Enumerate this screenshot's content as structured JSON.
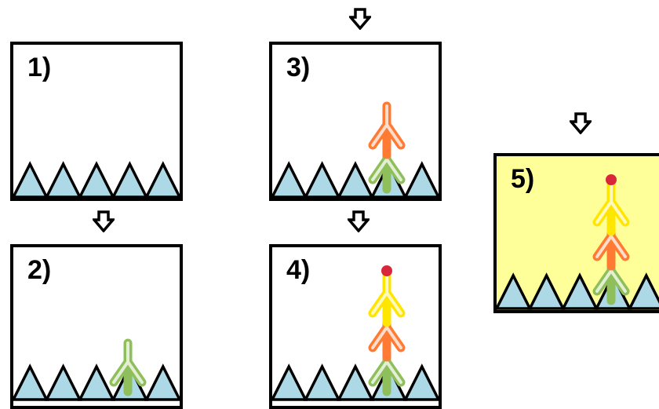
{
  "colors": {
    "surface": "#add8e6",
    "panel_default_bg": "#ffffff",
    "panel_final_bg": "#ffff99",
    "green_antibody": "#8fbf5a",
    "orange_antibody": "#ff7a33",
    "yellow_antibody": "#ffe600",
    "red_tag": "#d9263b"
  },
  "panels": [
    {
      "id": "p1",
      "label": "1)",
      "layers": []
    },
    {
      "id": "p2",
      "label": "2)",
      "layers": [
        "green"
      ]
    },
    {
      "id": "p3",
      "label": "3)",
      "layers": [
        "green",
        "orange"
      ]
    },
    {
      "id": "p4",
      "label": "4)",
      "layers": [
        "green",
        "orange",
        "yellow",
        "tag"
      ]
    },
    {
      "id": "p5",
      "label": "5)",
      "layers": [
        "green",
        "orange",
        "yellow",
        "tag"
      ],
      "highlighted": true
    }
  ],
  "arrows": [
    {
      "from": "1)",
      "to": "2)",
      "icon": "down-arrow-icon"
    },
    {
      "into": "3)",
      "icon": "down-arrow-icon"
    },
    {
      "from": "3)",
      "to": "4)",
      "icon": "down-arrow-icon"
    },
    {
      "into": "5)",
      "icon": "down-arrow-icon"
    }
  ]
}
